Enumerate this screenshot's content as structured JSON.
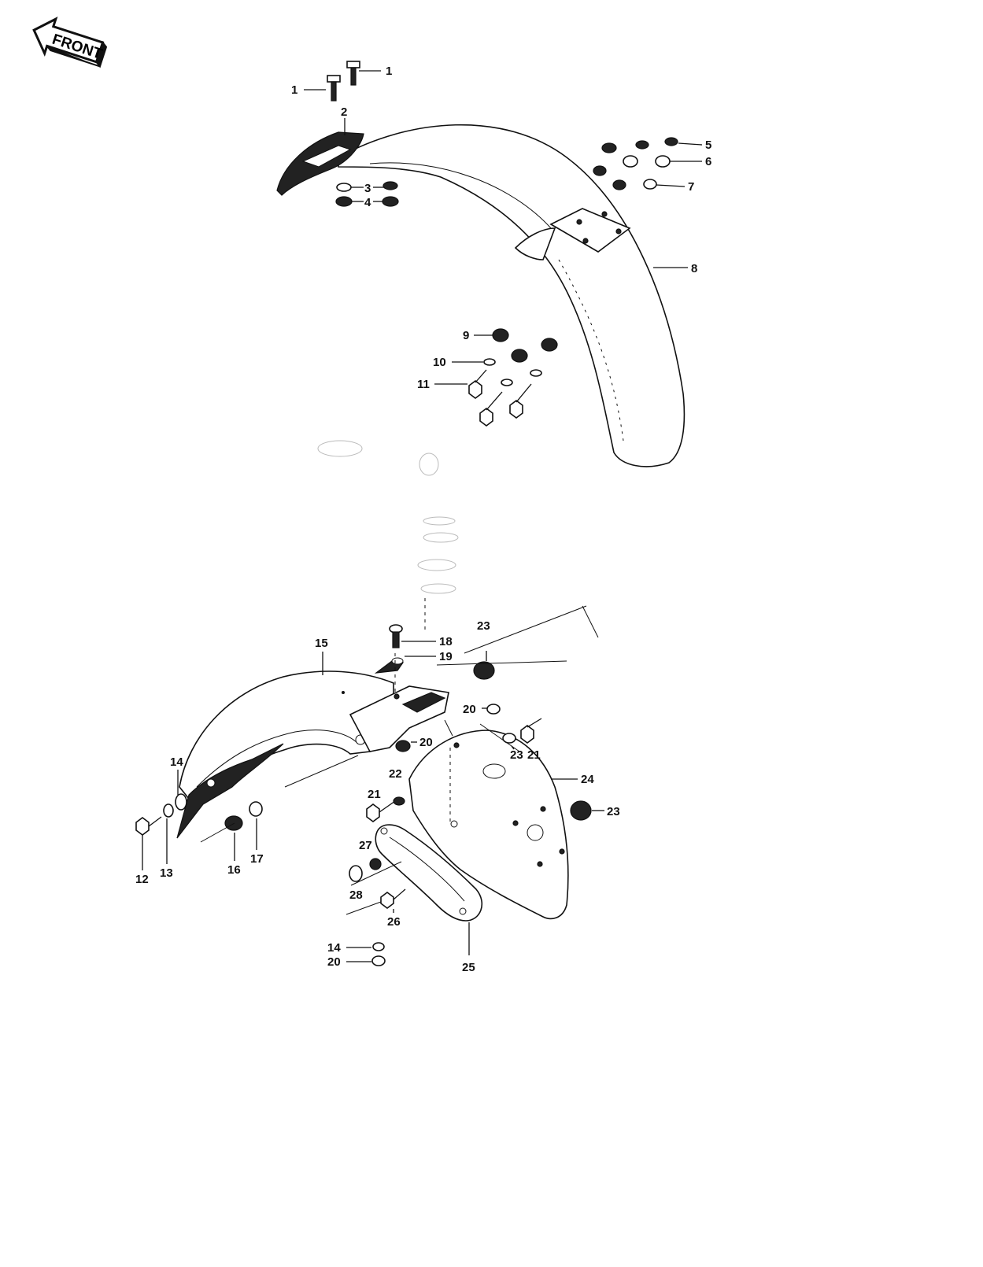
{
  "front_badge": "FRONT",
  "callouts": [
    {
      "id": "c1a",
      "text": "1"
    },
    {
      "id": "c1b",
      "text": "1"
    },
    {
      "id": "c2",
      "text": "2"
    },
    {
      "id": "c3",
      "text": "3"
    },
    {
      "id": "c4",
      "text": "4"
    },
    {
      "id": "c5",
      "text": "5"
    },
    {
      "id": "c6",
      "text": "6"
    },
    {
      "id": "c7",
      "text": "7"
    },
    {
      "id": "c8",
      "text": "8"
    },
    {
      "id": "c9",
      "text": "9"
    },
    {
      "id": "c10",
      "text": "10"
    },
    {
      "id": "c11",
      "text": "11"
    },
    {
      "id": "c12",
      "text": "12"
    },
    {
      "id": "c13",
      "text": "13"
    },
    {
      "id": "c14a",
      "text": "14"
    },
    {
      "id": "c14b",
      "text": "14"
    },
    {
      "id": "c15",
      "text": "15"
    },
    {
      "id": "c16",
      "text": "16"
    },
    {
      "id": "c17",
      "text": "17"
    },
    {
      "id": "c18",
      "text": "18"
    },
    {
      "id": "c19",
      "text": "19"
    },
    {
      "id": "c20a",
      "text": "20"
    },
    {
      "id": "c20b",
      "text": "20"
    },
    {
      "id": "c20c",
      "text": "20"
    },
    {
      "id": "c21a",
      "text": "21"
    },
    {
      "id": "c21b",
      "text": "21"
    },
    {
      "id": "c22",
      "text": "22"
    },
    {
      "id": "c23a",
      "text": "23"
    },
    {
      "id": "c23b",
      "text": "23"
    },
    {
      "id": "c23c",
      "text": "23"
    },
    {
      "id": "c24",
      "text": "24"
    },
    {
      "id": "c25",
      "text": "25"
    },
    {
      "id": "c26",
      "text": "26"
    },
    {
      "id": "c27",
      "text": "27"
    },
    {
      "id": "c28",
      "text": "28"
    }
  ]
}
